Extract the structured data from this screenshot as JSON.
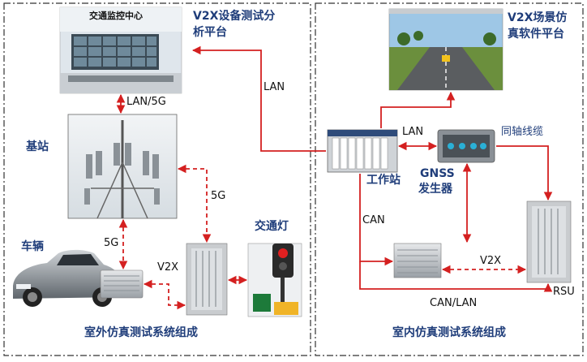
{
  "panels": {
    "left_title": "室外仿真测试系统组成",
    "right_title": "室内仿真测试系统组成"
  },
  "nodes": {
    "traffic_center_caption": "交通监控中心",
    "analysis_platform_line1": "V2X设备测试分",
    "analysis_platform_line2": "析平台",
    "base_station": "基站",
    "vehicle": "车辆",
    "traffic_light": "交通灯",
    "scene_sim_line1": "V2X场景仿",
    "scene_sim_line2": "真软件平台",
    "workstation": "工作站",
    "gnss_line1": "GNSS",
    "gnss_line2": "发生器",
    "coax": "同轴线缆",
    "rsu": "RSU"
  },
  "links": {
    "lan_5g": "LAN/5G",
    "lan_top": "LAN",
    "lan_right": "LAN",
    "fiveg_top": "5G",
    "fiveg_left": "5G",
    "v2x_left": "V2X",
    "can": "CAN",
    "v2x_right": "V2X",
    "can_lan": "CAN/LAN"
  },
  "colors": {
    "arrow": "#d42020",
    "label_navy": "#1f3d7a",
    "panel_border": "#333333"
  }
}
